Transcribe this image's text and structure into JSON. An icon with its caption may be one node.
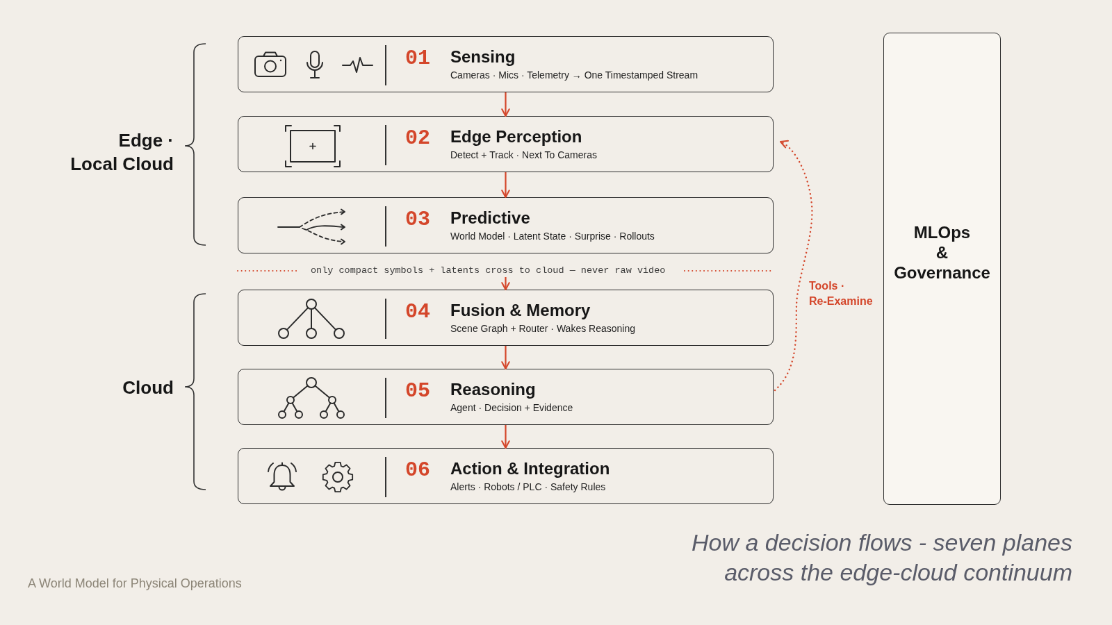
{
  "diagram": {
    "caption": "How a decision flows - seven planes across the edge-cloud continuum",
    "nodes": [
      {
        "text": [
          "01",
          "Sensing",
          "Cameras · Mics · Telemetry → One Timestamped Stream"
        ]
      },
      {
        "text": [
          "02",
          "Edge Perception",
          "Detect + Track · Next To Cameras"
        ]
      },
      {
        "text": [
          "03",
          "Predictive",
          "World Model · Latent State · Surprise · Rollouts"
        ]
      },
      {
        "text": [
          "only compact symbols + latents cross to cloud — never raw video"
        ]
      },
      {
        "text": [
          "04",
          "Fusion & Memory",
          "Scene Graph + Router · Wakes Reasoning"
        ]
      },
      {
        "text": [
          "05",
          "Reasoning",
          "Agent · Decision + Evidence"
        ]
      },
      {
        "text": [
          "06",
          "Action & Integration",
          "Alerts · Robots / PLC · Safety Rules"
        ]
      },
      {
        "text": [
          "MLOps & Governance"
        ]
      }
    ],
    "edges": [
      {
        "from": 0,
        "to": 1,
        "arrow": "to"
      },
      {
        "from": 1,
        "to": 2,
        "arrow": "to"
      },
      {
        "from": 3,
        "to": 4,
        "arrow": "to"
      },
      {
        "from": 4,
        "to": 5,
        "arrow": "to"
      },
      {
        "from": 5,
        "to": 6,
        "arrow": "to"
      },
      {
        "from": 5,
        "to": 1,
        "arrow": "to",
        "style": "dashed",
        "label": "Tools · Re-Examine"
      }
    ],
    "labels": [
      "Edge · Local Cloud",
      "Cloud",
      "A World Model for Physical Operations"
    ]
  }
}
